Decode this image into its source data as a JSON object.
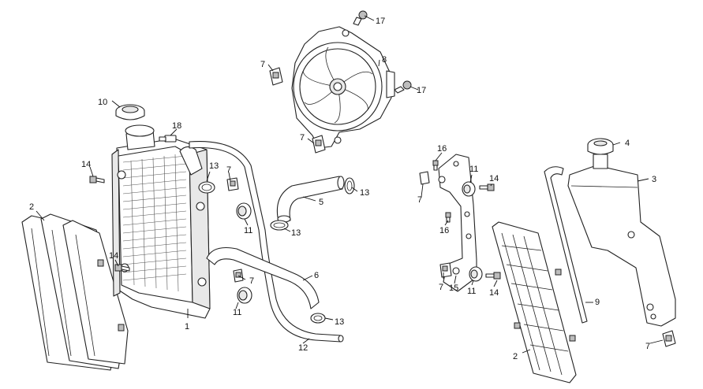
{
  "callouts": [
    {
      "id": "c1",
      "label": "1"
    },
    {
      "id": "c2a",
      "label": "2"
    },
    {
      "id": "c2b",
      "label": "2"
    },
    {
      "id": "c3",
      "label": "3"
    },
    {
      "id": "c4",
      "label": "4"
    },
    {
      "id": "c5",
      "label": "5"
    },
    {
      "id": "c6",
      "label": "6"
    },
    {
      "id": "c7a",
      "label": "7"
    },
    {
      "id": "c7b",
      "label": "7"
    },
    {
      "id": "c7c",
      "label": "7"
    },
    {
      "id": "c7d",
      "label": "7"
    },
    {
      "id": "c7e",
      "label": "7"
    },
    {
      "id": "c7f",
      "label": "7"
    },
    {
      "id": "c7g",
      "label": "7"
    },
    {
      "id": "c8",
      "label": "8"
    },
    {
      "id": "c9",
      "label": "9"
    },
    {
      "id": "c10",
      "label": "10"
    },
    {
      "id": "c11a",
      "label": "11"
    },
    {
      "id": "c11b",
      "label": "11"
    },
    {
      "id": "c11c",
      "label": "11"
    },
    {
      "id": "c11d",
      "label": "11"
    },
    {
      "id": "c12",
      "label": "12"
    },
    {
      "id": "c13a",
      "label": "13"
    },
    {
      "id": "c13b",
      "label": "13"
    },
    {
      "id": "c13c",
      "label": "13"
    },
    {
      "id": "c13d",
      "label": "13"
    },
    {
      "id": "c14a",
      "label": "14"
    },
    {
      "id": "c14b",
      "label": "14"
    },
    {
      "id": "c14c",
      "label": "14"
    },
    {
      "id": "c14d",
      "label": "14"
    },
    {
      "id": "c15",
      "label": "15"
    },
    {
      "id": "c16a",
      "label": "16"
    },
    {
      "id": "c16b",
      "label": "16"
    },
    {
      "id": "c17a",
      "label": "17"
    },
    {
      "id": "c17b",
      "label": "17"
    },
    {
      "id": "c18",
      "label": "18"
    }
  ]
}
